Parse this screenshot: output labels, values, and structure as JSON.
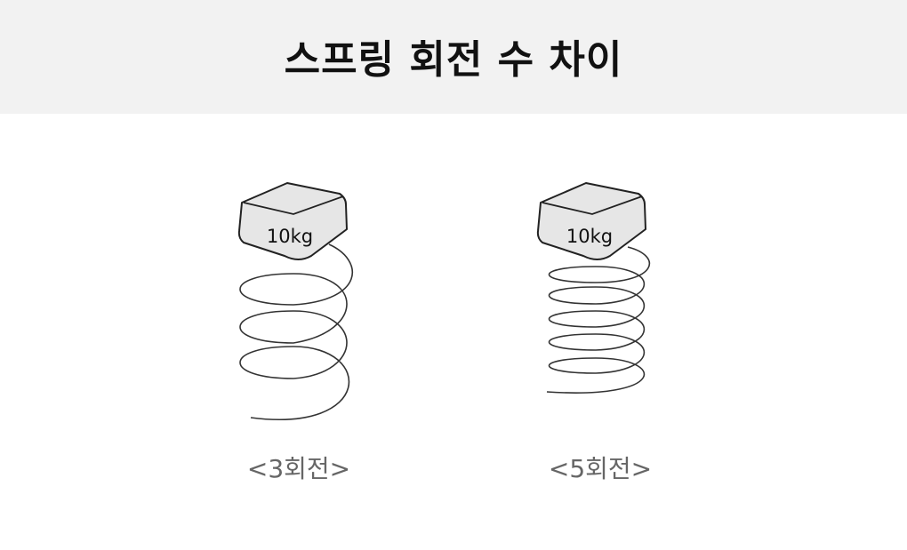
{
  "title": "스프링 회전 수 차이",
  "springs": [
    {
      "weight_label": "10kg",
      "caption": "<3회전>",
      "turns": 3
    },
    {
      "weight_label": "10kg",
      "caption": "<5회전>",
      "turns": 5
    }
  ],
  "colors": {
    "header_bg": "#f2f2f2",
    "weight_fill": "#e6e6e6",
    "stroke": "#222222",
    "caption": "#666666"
  }
}
